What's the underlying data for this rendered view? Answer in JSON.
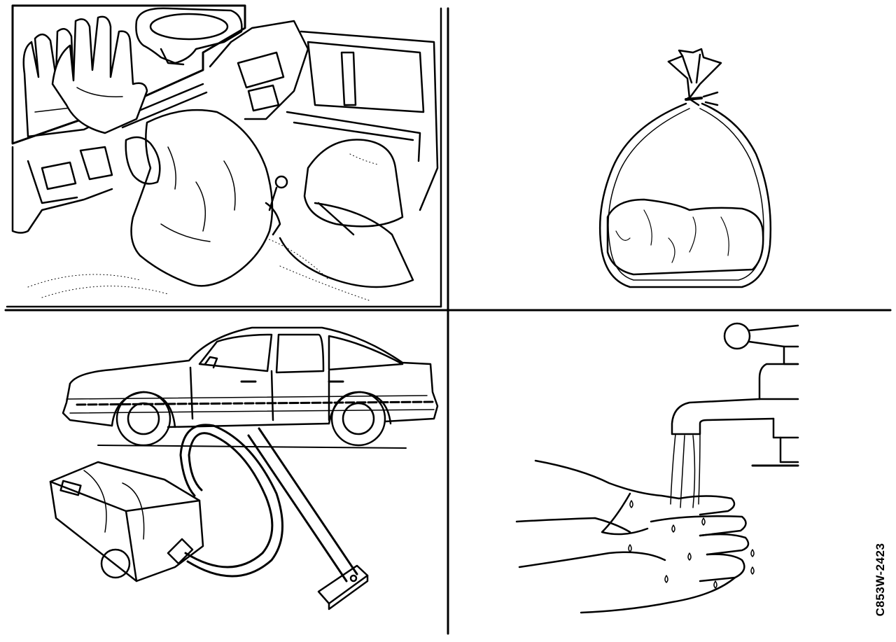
{
  "figure": {
    "reference_code": "C853W-2423",
    "panels": [
      {
        "id": "remove-airbag",
        "icons": [
          "rubber-gloves-icon",
          "car-interior-icon",
          "deflated-airbag-icon"
        ]
      },
      {
        "id": "bag-disposal",
        "icons": [
          "sealed-plastic-bag-icon"
        ]
      },
      {
        "id": "vacuum-car",
        "icons": [
          "sedan-car-icon",
          "vacuum-cleaner-icon"
        ]
      },
      {
        "id": "wash-hands",
        "icons": [
          "water-tap-icon",
          "washing-hands-icon"
        ]
      }
    ]
  },
  "colors": {
    "line": "#000000",
    "background": "#ffffff"
  }
}
